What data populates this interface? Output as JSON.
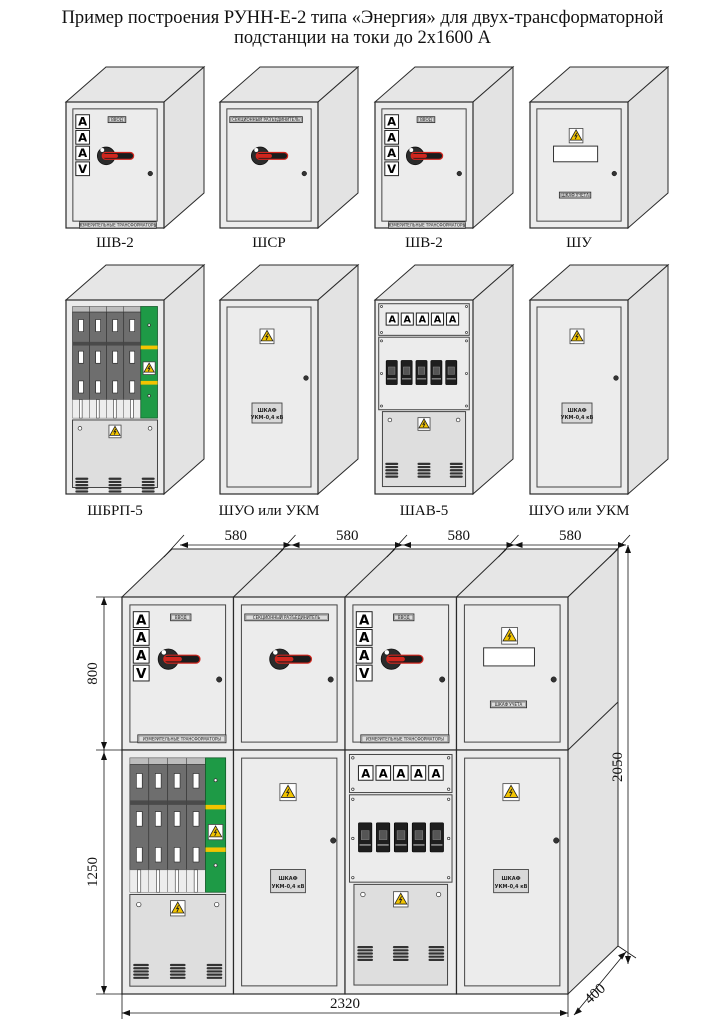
{
  "title": {
    "line1": "Пример построения РУНН-Е-2 типа «Энергия» для двух-трансформаторной",
    "line2": "подстанции на токи до 2х1600 А"
  },
  "cabinets_row1": [
    {
      "label": "ШВ-2",
      "type": "input",
      "plate_top": "ВВОД",
      "plate_bottom": "ИЗМЕРИТЕЛЬНЫЕ ТРАНСФОРМАТОРЫ",
      "meters": [
        "A",
        "A",
        "A",
        "V"
      ]
    },
    {
      "label": "ШСР",
      "type": "sectional",
      "plate_top": "СЕКЦИОННЫЙ РАЗЪЕДИНИТЕЛЬ"
    },
    {
      "label": "ШВ-2",
      "type": "input",
      "plate_top": "ВВОД",
      "plate_bottom": "ИЗМЕРИТЕЛЬНЫЕ ТРАНСФОРМАТОРЫ",
      "meters": [
        "A",
        "A",
        "A",
        "V"
      ]
    },
    {
      "label": "ШУ",
      "type": "metering",
      "plate_bottom": "ШКАФ УЧЕТА"
    }
  ],
  "cabinets_row2": [
    {
      "label": "ШБРП-5",
      "type": "fuse"
    },
    {
      "label": "ШУО или УКМ",
      "type": "door",
      "plate": [
        "ШКАФ",
        "УКМ-0,4 кВ"
      ]
    },
    {
      "label": "ШАВ-5",
      "type": "breaker",
      "meters": [
        "A",
        "A",
        "A",
        "A",
        "A"
      ]
    },
    {
      "label": "ШУО или УКМ",
      "type": "door",
      "plate": [
        "ШКАФ",
        "УКМ-0,4 кВ"
      ]
    }
  ],
  "assembly": {
    "width_dims": [
      "580",
      "580",
      "580",
      "580"
    ],
    "height_upper": "800",
    "height_lower": "1250",
    "total_height": "2050",
    "total_width": "2320",
    "depth": "400",
    "upper": [
      {
        "plate_top": "ВВОД",
        "plate_bottom": "ИЗМЕРИТЕЛЬНЫЕ ТРАНСФОРМАТОРЫ",
        "meters": [
          "A",
          "A",
          "A",
          "V"
        ]
      },
      {
        "plate_top": "СЕКЦИОННЫЙ РАЗЪЕДИНИТЕЛЬ"
      },
      {
        "plate_top": "ВВОД",
        "plate_bottom": "ИЗМЕРИТЕЛЬНЫЕ ТРАНСФОРМАТОРЫ",
        "meters": [
          "A",
          "A",
          "A",
          "V"
        ]
      },
      {
        "plate_bottom": "ШКАФ УЧЕТА"
      }
    ],
    "lower": [
      {
        "type": "fuse"
      },
      {
        "plate": [
          "ШКАФ",
          "УКМ-0,4 кВ"
        ]
      },
      {
        "type": "breaker",
        "meters": [
          "A",
          "A",
          "A",
          "A",
          "A"
        ]
      },
      {
        "plate": [
          "ШКАФ",
          "УКМ-0,4 кВ"
        ]
      }
    ]
  },
  "colors": {
    "cabinet": "#ececec",
    "side": "#e6e6e6",
    "outline": "#2a2a2a",
    "handle_red": "#d0261e",
    "busbar_green": "#1e9a46",
    "warning_yellow": "#f2c400",
    "fuse_gray": "#6e6e6e"
  }
}
